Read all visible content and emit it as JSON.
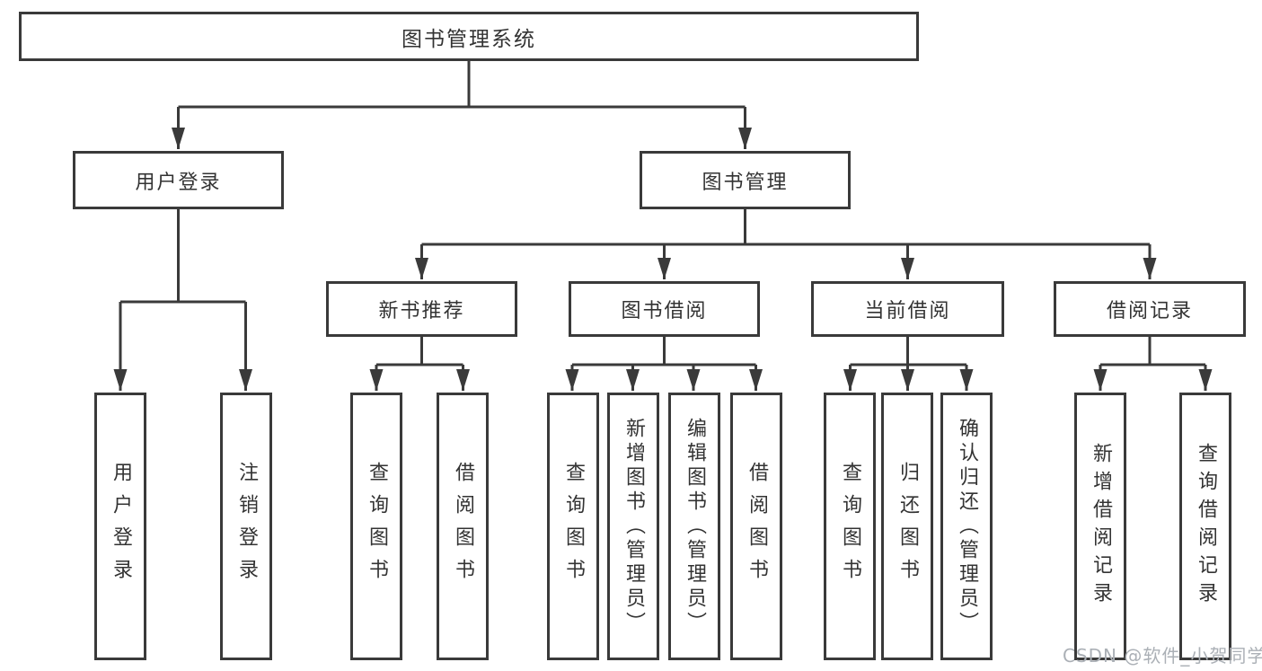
{
  "theme": {
    "line": "#3a3a3a",
    "text": "#333333",
    "background": "#ffffff",
    "watermark": "#abb0b6"
  },
  "diagram": {
    "root": {
      "label": "图书管理系统"
    },
    "branches": [
      {
        "label": "用户登录",
        "children": [
          {
            "label": "用户登录"
          },
          {
            "label": "注销登录"
          }
        ]
      },
      {
        "label": "图书管理",
        "children": [
          {
            "label": "新书推荐",
            "children": [
              {
                "label": "查询图书"
              },
              {
                "label": "借阅图书"
              }
            ]
          },
          {
            "label": "图书借阅",
            "children": [
              {
                "label": "查询图书"
              },
              {
                "label": "新增图书（管理员）"
              },
              {
                "label": "编辑图书（管理员）"
              },
              {
                "label": "借阅图书"
              }
            ]
          },
          {
            "label": "当前借阅",
            "children": [
              {
                "label": "查询图书"
              },
              {
                "label": "归还图书"
              },
              {
                "label": "确认归还（管理员）"
              }
            ]
          },
          {
            "label": "借阅记录",
            "children": [
              {
                "label": "新增借阅记录"
              },
              {
                "label": "查询借阅记录"
              }
            ]
          }
        ]
      }
    ]
  },
  "watermark": {
    "text": "CSDN @软件_小贺同学"
  }
}
